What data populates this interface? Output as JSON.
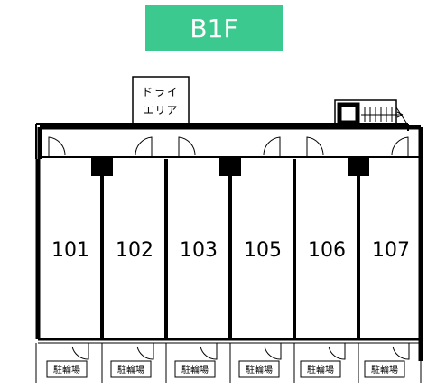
{
  "floor": {
    "label": "B1F",
    "badge_color": "#3cc98f"
  },
  "dry_area": {
    "line1": "ドライ",
    "line2": "エリア"
  },
  "units": [
    {
      "number": "101",
      "parking": "駐輪場"
    },
    {
      "number": "102",
      "parking": "駐輪場"
    },
    {
      "number": "103",
      "parking": "駐輪場"
    },
    {
      "number": "105",
      "parking": "駐輪場"
    },
    {
      "number": "106",
      "parking": "駐輪場"
    },
    {
      "number": "107",
      "parking": "駐輪場"
    }
  ]
}
